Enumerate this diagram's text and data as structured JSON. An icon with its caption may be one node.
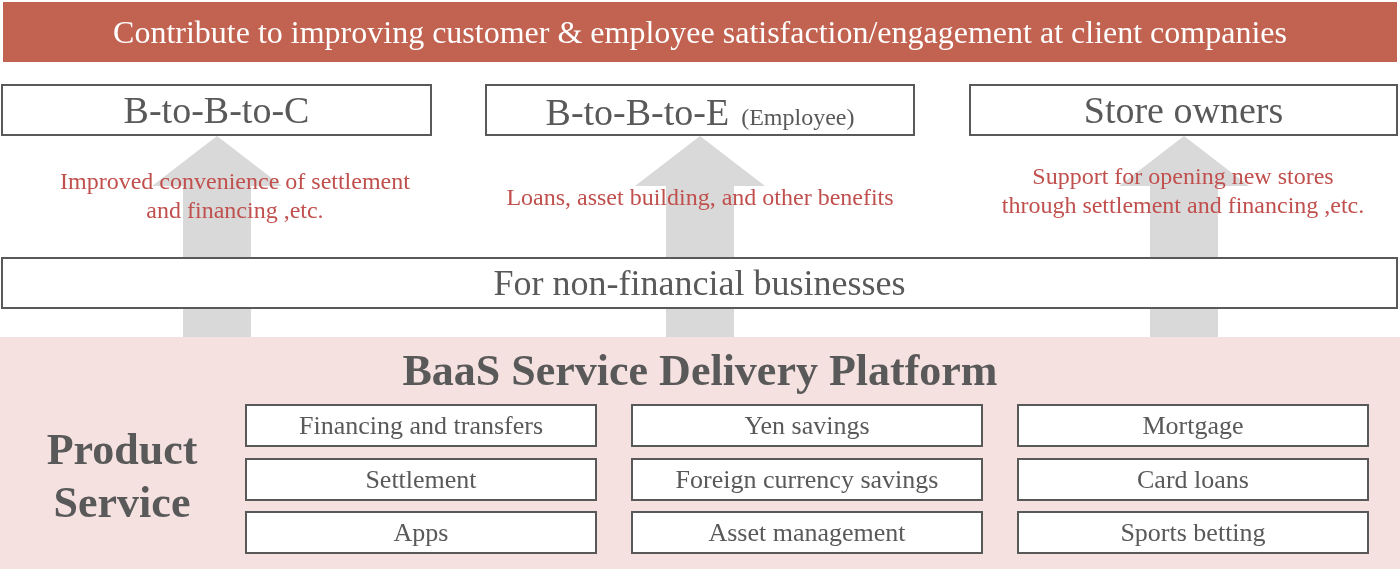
{
  "diagram": {
    "nodes": [
      {
        "text": [
          "Contribute to improving customer & employee satisfaction/engagement at client companies"
        ]
      },
      {
        "text": [
          "B-to-B-to-C"
        ]
      },
      {
        "text": [
          "B-to-B-to-E",
          "(Employee)"
        ]
      },
      {
        "text": [
          "Store owners"
        ]
      },
      {
        "text": [
          "For non-financial businesses"
        ]
      },
      {
        "text": [
          "BaaS Service Delivery Platform",
          "Product Service"
        ]
      },
      {
        "text": [
          "Financing and transfers"
        ],
        "in": 5
      },
      {
        "text": [
          "Yen savings"
        ],
        "in": 5
      },
      {
        "text": [
          "Mortgage"
        ],
        "in": 5
      },
      {
        "text": [
          "Settlement"
        ],
        "in": 5
      },
      {
        "text": [
          "Foreign currency savings"
        ],
        "in": 5
      },
      {
        "text": [
          "Card loans"
        ],
        "in": 5
      },
      {
        "text": [
          "Apps"
        ],
        "in": 5
      },
      {
        "text": [
          "Asset management"
        ],
        "in": 5
      },
      {
        "text": [
          "Sports betting"
        ],
        "in": 5
      }
    ],
    "edges": [
      {
        "from": 4,
        "to": 1,
        "arrow": "to",
        "label": "Improved convenience of settlement and financing ,etc."
      },
      {
        "from": 4,
        "to": 2,
        "arrow": "to",
        "label": "Loans, asset building, and other benefits"
      },
      {
        "from": 4,
        "to": 3,
        "arrow": "to",
        "label": "Support for opening new stores through settlement and financing ,etc."
      },
      {
        "from": 5,
        "to": 4,
        "arrow": "none"
      },
      {
        "from": 5,
        "to": 4,
        "arrow": "none"
      },
      {
        "from": 5,
        "to": 4,
        "arrow": "none"
      }
    ]
  }
}
